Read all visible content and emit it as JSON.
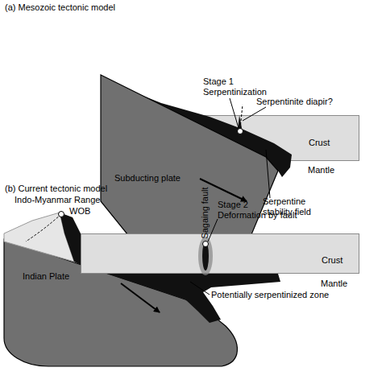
{
  "diagram": {
    "nodes": [
      {
        "text": [
          "Crust"
        ]
      },
      {
        "text": [
          "Subducting plate"
        ]
      },
      {
        "text": [
          "Crust"
        ]
      },
      {
        "text": [
          "Indian Plate"
        ]
      }
    ],
    "labels": [
      "(a) Mesozoic tectonic model",
      "Stage 1",
      "Serpentinization",
      "Serpentinite diapir?",
      "Mantle",
      "Serpentine stability field",
      "(b) Current tectonic model",
      "Indo-Myanmar Range",
      "WOB",
      "Sagaing fault",
      "Stage 2",
      "Deformation by fault",
      "Mantle",
      "Potentially serpentinized zone"
    ]
  }
}
